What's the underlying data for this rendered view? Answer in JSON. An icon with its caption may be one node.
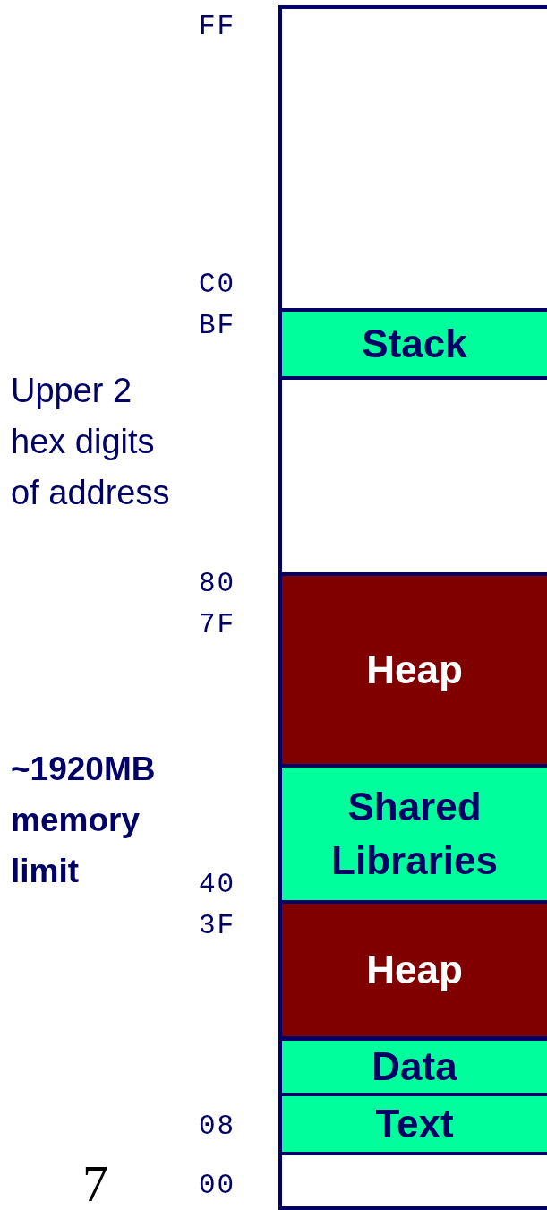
{
  "diagram": {
    "nodes": [
      {
        "text": [],
        "shape": "box"
      },
      {
        "text": [
          "Stack"
        ],
        "in": 0
      },
      {
        "text": [
          "Heap"
        ],
        "in": 0
      },
      {
        "text": [
          "Shared Libraries"
        ],
        "in": 0
      },
      {
        "text": [
          "Heap"
        ],
        "in": 0
      },
      {
        "text": [
          "Data"
        ],
        "in": 0
      },
      {
        "text": [
          "Text"
        ],
        "in": 0
      }
    ],
    "edges": [],
    "labels": [
      "FF",
      "C0",
      "BF",
      "Upper 2 hex digits of address",
      "80",
      "7F",
      "~1920MB memory limit",
      "40",
      "3F",
      "08",
      "7",
      "00"
    ]
  }
}
